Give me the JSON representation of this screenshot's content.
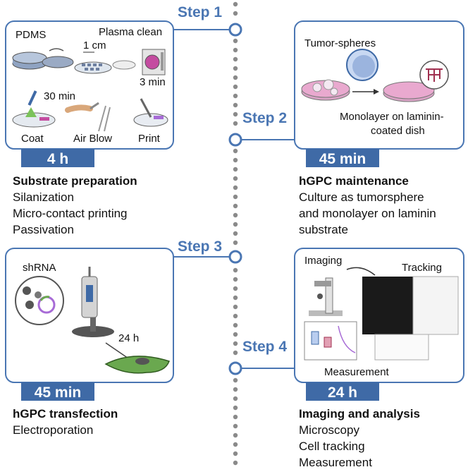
{
  "steps": [
    {
      "label": "Step 1",
      "duration": "4 h",
      "title": "Substrate preparation",
      "details": [
        "Silanization",
        "Micro-contact printing",
        "Passivation"
      ],
      "panel_labels": {
        "pdms": "PDMS",
        "plasma": "Plasma clean",
        "one_cm": "1 cm",
        "thirty_min": "30 min",
        "three_min": "3 min",
        "coat": "Coat",
        "air_blow": "Air Blow",
        "print": "Print"
      }
    },
    {
      "label": "Step 2",
      "duration": "45 min",
      "title": "hGPC maintenance",
      "details": [
        "Culture as tumorsphere",
        "and monolayer on laminin",
        "substrate"
      ],
      "panel_labels": {
        "tumor": "Tumor-spheres",
        "mono1": "Monolayer on laminin-",
        "mono2": "coated dish"
      }
    },
    {
      "label": "Step 3",
      "duration": "45 min",
      "title": "hGPC transfection",
      "details": [
        "Electroporation"
      ],
      "panel_labels": {
        "shrna": "shRNA",
        "hours": "24 h"
      }
    },
    {
      "label": "Step 4",
      "duration": "24 h",
      "title": "Imaging and analysis",
      "details": [
        "Microscopy",
        "Cell tracking",
        "Measurement"
      ],
      "panel_labels": {
        "imaging": "Imaging",
        "tracking": "Tracking",
        "measurement": "Measurement"
      }
    }
  ],
  "colors": {
    "accent": "#4a76b3",
    "tab": "#3f6aa6",
    "timeline_dots": "#8a8a8a",
    "dish_pink": "#e9a9cf",
    "cell_green": "#6aa84f"
  }
}
